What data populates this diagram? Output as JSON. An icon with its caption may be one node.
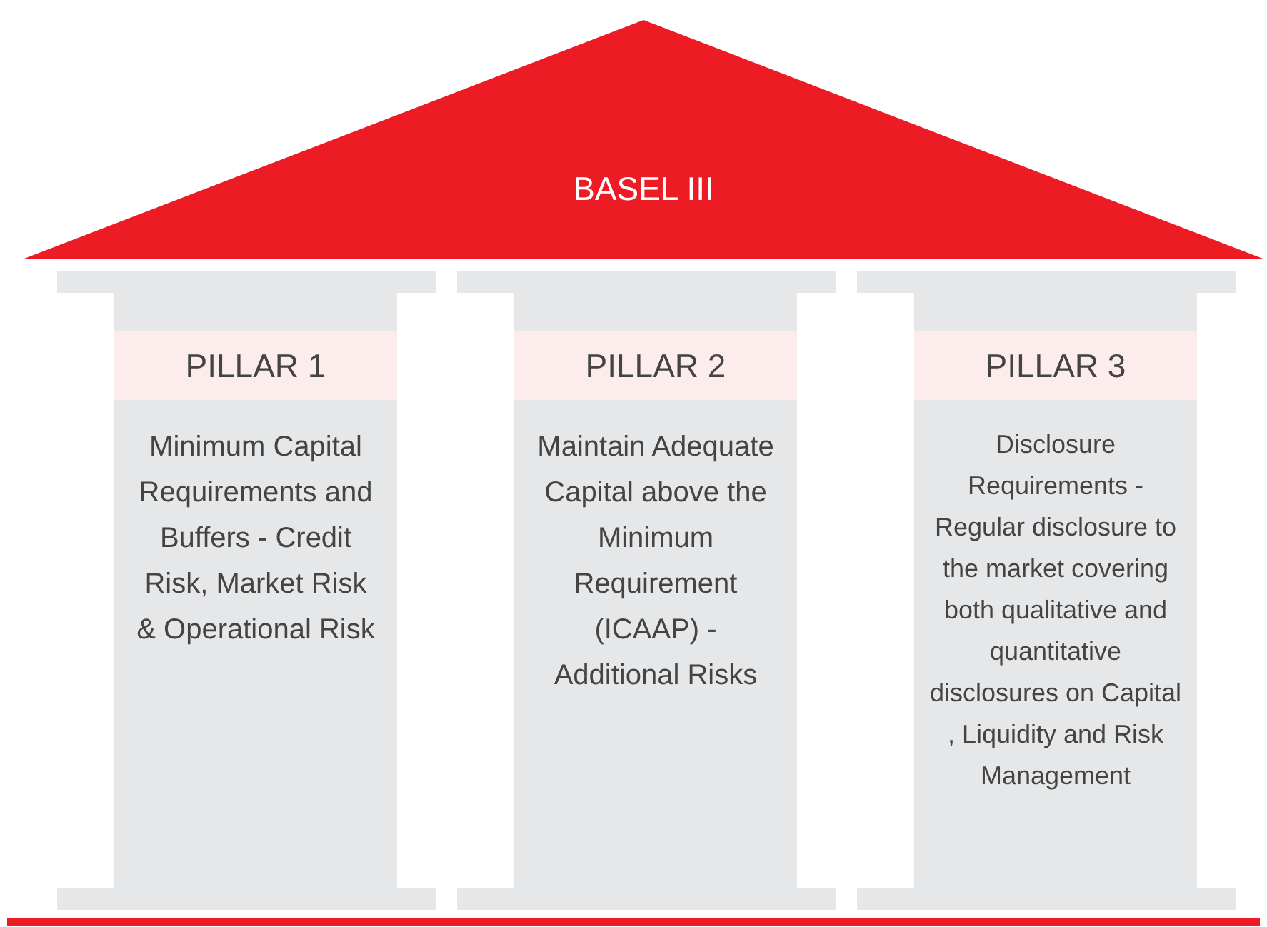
{
  "diagram": {
    "nodes": [
      {
        "text": [
          "BASEL III"
        ]
      },
      {
        "text": [
          "PILLAR 1",
          "Minimum Capital Requirements and Buffers - Credit Risk, Market Risk & Operational Risk"
        ]
      },
      {
        "text": [
          "PILLAR 2",
          "Maintain Adequate Capital above the Minimum Requirement (ICAAP) - Additional Risks"
        ]
      },
      {
        "text": [
          "PILLAR 3",
          "Disclosure Requirements - Regular disclosure to the market covering both qualitative and quantitative disclosures on Capital , Liquidity and Risk Management"
        ]
      }
    ]
  }
}
